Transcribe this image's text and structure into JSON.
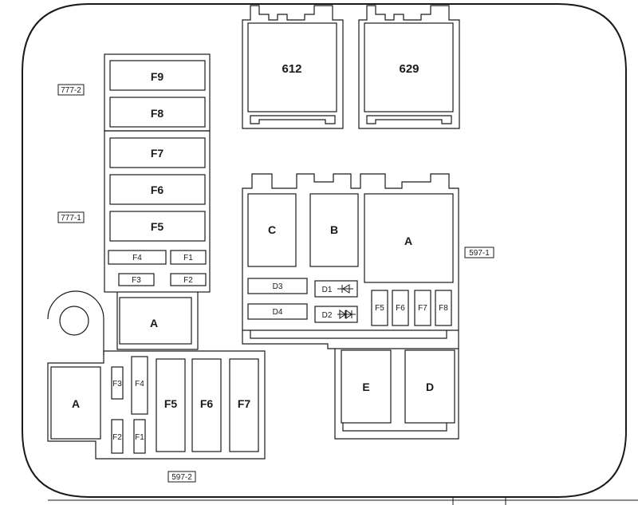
{
  "labels": {
    "connector_777_2": "777-2",
    "connector_777_1": "777-1",
    "connector_597_1": "597-1",
    "connector_597_2": "597-2"
  },
  "relays": {
    "r612": "612",
    "r629": "629"
  },
  "left_block": {
    "f9": "F9",
    "f8": "F8",
    "f7": "F7",
    "f6": "F6",
    "f5": "F5",
    "f4": "F4",
    "f1": "F1",
    "f3": "F3",
    "f2": "F2",
    "a": "A"
  },
  "right_block": {
    "c": "C",
    "b": "B",
    "a": "A",
    "d3": "D3",
    "d1": "D1",
    "d4": "D4",
    "d2": "D2",
    "f5": "F5",
    "f6": "F6",
    "f7": "F7",
    "f8": "F8",
    "e": "E",
    "d": "D"
  },
  "bottom_block": {
    "a": "A",
    "f3": "F3",
    "f4": "F4",
    "f2": "F2",
    "f1": "F1",
    "f5": "F5",
    "f6": "F6",
    "f7": "F7"
  }
}
